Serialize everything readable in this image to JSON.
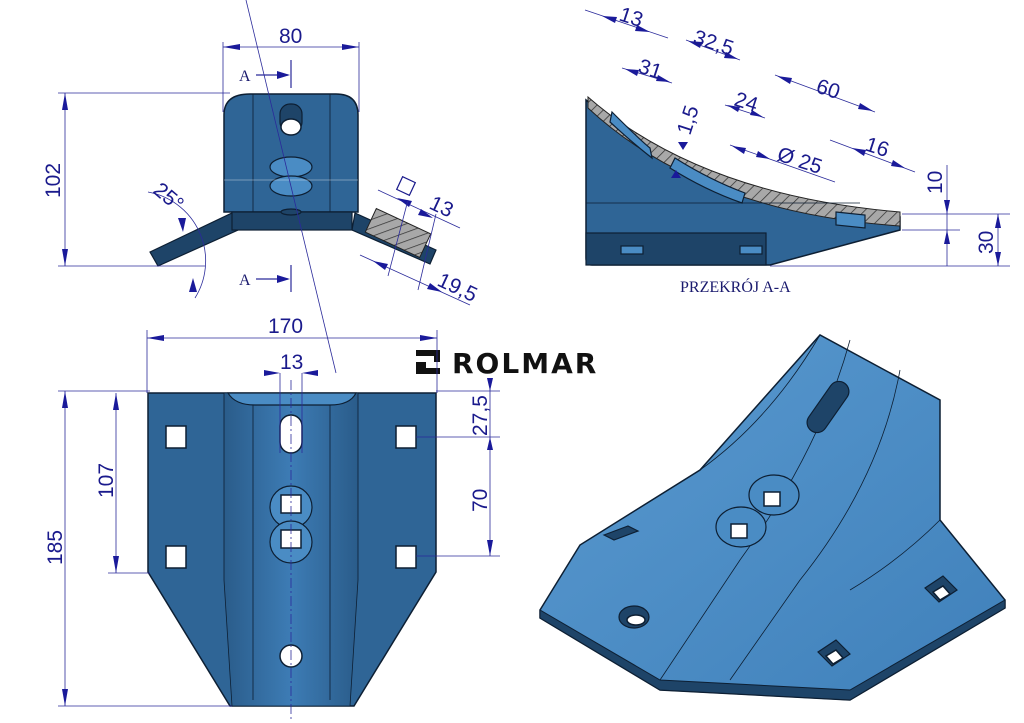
{
  "brand": {
    "logo_text": "ROLMAR",
    "logo_icon": "rolmar-logo-icon"
  },
  "colors": {
    "part_blue": "#2f6596",
    "part_light": "#4a8cc4",
    "part_dark": "#1e4468",
    "dimension_blue": "#1a1a8c",
    "hatch_gray": "#a8a8a8"
  },
  "views": {
    "front": {
      "section_marker_top": "A",
      "section_marker_bottom": "A",
      "dims": {
        "width": "80",
        "height": "102",
        "angle": "25°",
        "square": "13",
        "thickness": "19,5"
      }
    },
    "section": {
      "title": "PRZEKRÓJ A-A",
      "dims": {
        "d13": "13",
        "d31": "31",
        "d32_5": "32,5",
        "d1_5": "1,5",
        "d24": "24",
        "d60": "60",
        "dia": "Ø 25",
        "d16": "16",
        "d10": "10",
        "d30": "30"
      }
    },
    "top": {
      "dims": {
        "width": "170",
        "slot": "13",
        "height": "185",
        "inner": "107",
        "offset": "27,5",
        "spacing": "70"
      }
    },
    "iso": {
      "label": "isometric-view"
    }
  }
}
